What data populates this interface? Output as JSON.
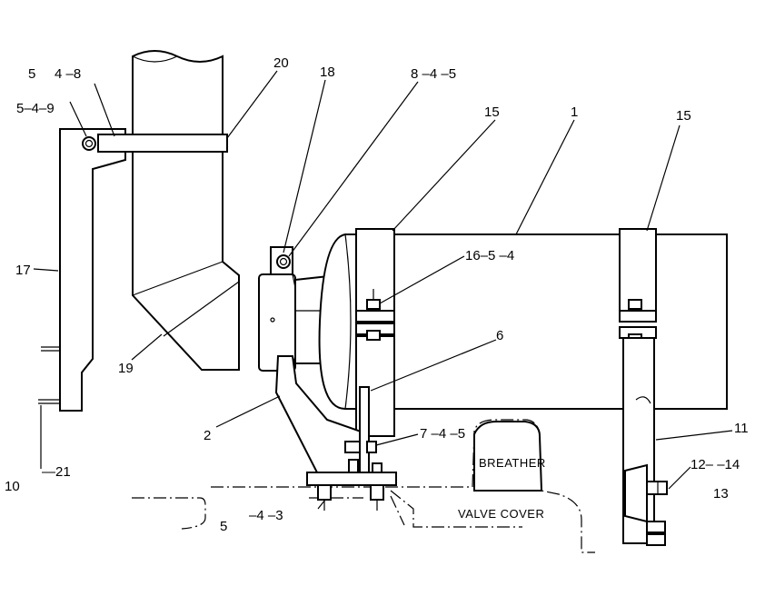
{
  "callouts": {
    "c_5_top": "5",
    "c_4_8": "4 –8",
    "c_5_4_9": "5–4–9",
    "c_20": "20",
    "c_18": "18",
    "c_8_4_5": "8 –4 –5",
    "c_15_left": "15",
    "c_1": "1",
    "c_15_right": "15",
    "c_17": "17",
    "c_16_5_4": "16–5 –4",
    "c_19": "19",
    "c_6": "6",
    "c_2": "2",
    "c_7_4_5": "7 –4 –5",
    "c_11": "11",
    "c_12_14": "12–  –14",
    "c_13": "13",
    "c_10": "10",
    "c_21": "—21",
    "c_5_bottom": "5",
    "c_4_3": "–4 –3"
  },
  "labels": {
    "breather": "BREATHER",
    "valve_cover": "VALVE COVER"
  }
}
